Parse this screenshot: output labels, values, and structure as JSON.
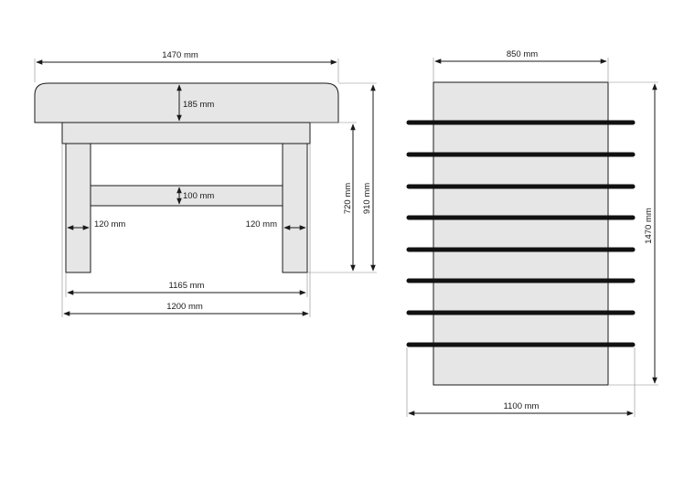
{
  "side_view": {
    "overall_length": "1470 mm",
    "top_height": "185 mm",
    "crossbar_height": "100 mm",
    "leg_width_left": "120 mm",
    "leg_width_right": "120 mm",
    "inner_leg_span": "1165 mm",
    "frame_length": "1200 mm",
    "leg_height": "720 mm",
    "total_height": "910 mm"
  },
  "top_view": {
    "top_width": "850 mm",
    "top_length": "1470 mm",
    "bar_span": "1100 mm",
    "bar_count": 8
  },
  "colors": {
    "surface": "#e6e6e6",
    "outline": "#1a1a1a",
    "bars": "#111111"
  }
}
